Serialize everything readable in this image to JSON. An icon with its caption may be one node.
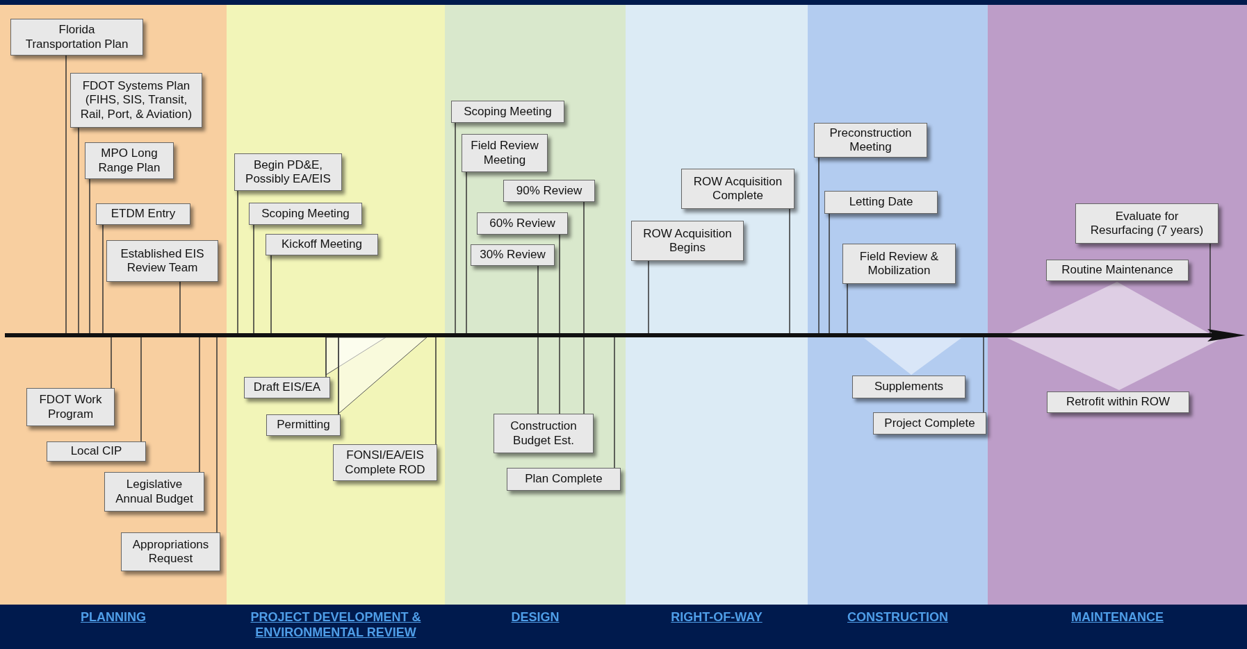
{
  "diagram": {
    "nodes": [
      {
        "text": [
          "PLANNING"
        ]
      },
      {
        "text": [
          "PROJECT DEVELOPMENT & ENVIRONMENTAL REVIEW"
        ]
      },
      {
        "text": [
          "DESIGN"
        ]
      },
      {
        "text": [
          "RIGHT-OF-WAY"
        ]
      },
      {
        "text": [
          "CONSTRUCTION"
        ]
      },
      {
        "text": [
          "MAINTENANCE"
        ]
      },
      {
        "text": [],
        "shape": "arrow"
      },
      {
        "text": [
          "Florida Transportation Plan"
        ],
        "in": 0
      },
      {
        "text": [
          "FDOT Systems Plan (FIHS, SIS, Transit, Rail, Port, & Aviation)"
        ],
        "in": 0
      },
      {
        "text": [
          "MPO Long Range Plan"
        ],
        "in": 0
      },
      {
        "text": [
          "ETDM Entry"
        ],
        "in": 0
      },
      {
        "text": [
          "Established EIS Review Team"
        ],
        "in": 0
      },
      {
        "text": [
          "FDOT Work Program"
        ],
        "in": 0
      },
      {
        "text": [
          "Local CIP"
        ],
        "in": 0
      },
      {
        "text": [
          "Legislative Annual Budget"
        ],
        "in": 0
      },
      {
        "text": [
          "Appropriations Request"
        ],
        "in": 0
      },
      {
        "text": [
          "Begin PD&E, Possibly EA/EIS"
        ],
        "in": 1
      },
      {
        "text": [
          "Scoping Meeting"
        ],
        "in": 1
      },
      {
        "text": [
          "Kickoff Meeting"
        ],
        "in": 1
      },
      {
        "text": [
          "Draft EIS/EA"
        ],
        "in": 1
      },
      {
        "text": [
          "Permitting"
        ],
        "in": 1
      },
      {
        "text": [
          "FONSI/EA/EIS Complete ROD"
        ],
        "in": 1
      },
      {
        "text": [
          "Scoping Meeting"
        ],
        "in": 2
      },
      {
        "text": [
          "Field Review Meeting"
        ],
        "in": 2
      },
      {
        "text": [
          "90% Review"
        ],
        "in": 2
      },
      {
        "text": [
          "60% Review"
        ],
        "in": 2
      },
      {
        "text": [
          "30% Review"
        ],
        "in": 2
      },
      {
        "text": [
          "Construction Budget Est."
        ],
        "in": 2
      },
      {
        "text": [
          "Plan Complete"
        ],
        "in": 2
      },
      {
        "text": [
          "ROW Acquisition Complete"
        ],
        "in": 3
      },
      {
        "text": [
          "ROW Acquisition Begins"
        ],
        "in": 3
      },
      {
        "text": [
          "Preconstruction Meeting"
        ],
        "in": 4
      },
      {
        "text": [
          "Letting Date"
        ],
        "in": 4
      },
      {
        "text": [
          "Field Review & Mobilization"
        ],
        "in": 4
      },
      {
        "text": [
          "Supplements"
        ],
        "in": 4
      },
      {
        "text": [
          "Project Complete"
        ],
        "in": 4
      },
      {
        "text": [
          "Evaluate for Resurfacing (7 years)"
        ],
        "in": 5
      },
      {
        "text": [
          "Routine Maintenance"
        ],
        "in": 5
      },
      {
        "text": [
          "Retrofit within ROW"
        ],
        "in": 5
      },
      {
        "text": [],
        "shape": "triangle",
        "in": 1
      },
      {
        "text": [],
        "shape": "triangle",
        "in": 1
      },
      {
        "text": [],
        "shape": "triangle",
        "in": 4
      },
      {
        "text": [],
        "shape": "triangle",
        "in": 5
      },
      {
        "text": [],
        "shape": "triangle",
        "in": 5
      }
    ],
    "edges": [
      {
        "from": 7,
        "to": 6,
        "arrow": "none"
      },
      {
        "from": 8,
        "to": 6,
        "arrow": "none"
      },
      {
        "from": 9,
        "to": 6,
        "arrow": "none"
      },
      {
        "from": 10,
        "to": 6,
        "arrow": "none"
      },
      {
        "from": 11,
        "to": 6,
        "arrow": "none"
      },
      {
        "from": 12,
        "to": 6,
        "arrow": "none"
      },
      {
        "from": 13,
        "to": 6,
        "arrow": "none"
      },
      {
        "from": 14,
        "to": 6,
        "arrow": "none"
      },
      {
        "from": 15,
        "to": 6,
        "arrow": "none"
      },
      {
        "from": 16,
        "to": 6,
        "arrow": "none"
      },
      {
        "from": 17,
        "to": 6,
        "arrow": "none"
      },
      {
        "from": 18,
        "to": 6,
        "arrow": "none"
      },
      {
        "from": 19,
        "to": 6,
        "arrow": "none"
      },
      {
        "from": 20,
        "to": 6,
        "arrow": "none"
      },
      {
        "from": 21,
        "to": 6,
        "arrow": "none"
      },
      {
        "from": 22,
        "to": 6,
        "arrow": "none"
      },
      {
        "from": 23,
        "to": 6,
        "arrow": "none"
      },
      {
        "from": 24,
        "to": 27,
        "arrow": "none"
      },
      {
        "from": 25,
        "to": 27,
        "arrow": "none"
      },
      {
        "from": 26,
        "to": 27,
        "arrow": "none"
      },
      {
        "from": 28,
        "to": 6,
        "arrow": "none"
      },
      {
        "from": 29,
        "to": 6,
        "arrow": "none"
      },
      {
        "from": 30,
        "to": 6,
        "arrow": "none"
      },
      {
        "from": 31,
        "to": 6,
        "arrow": "none"
      },
      {
        "from": 32,
        "to": 6,
        "arrow": "none"
      },
      {
        "from": 33,
        "to": 6,
        "arrow": "none"
      },
      {
        "from": 35,
        "to": 6,
        "arrow": "none"
      },
      {
        "from": 36,
        "to": 6,
        "arrow": "none"
      }
    ]
  }
}
